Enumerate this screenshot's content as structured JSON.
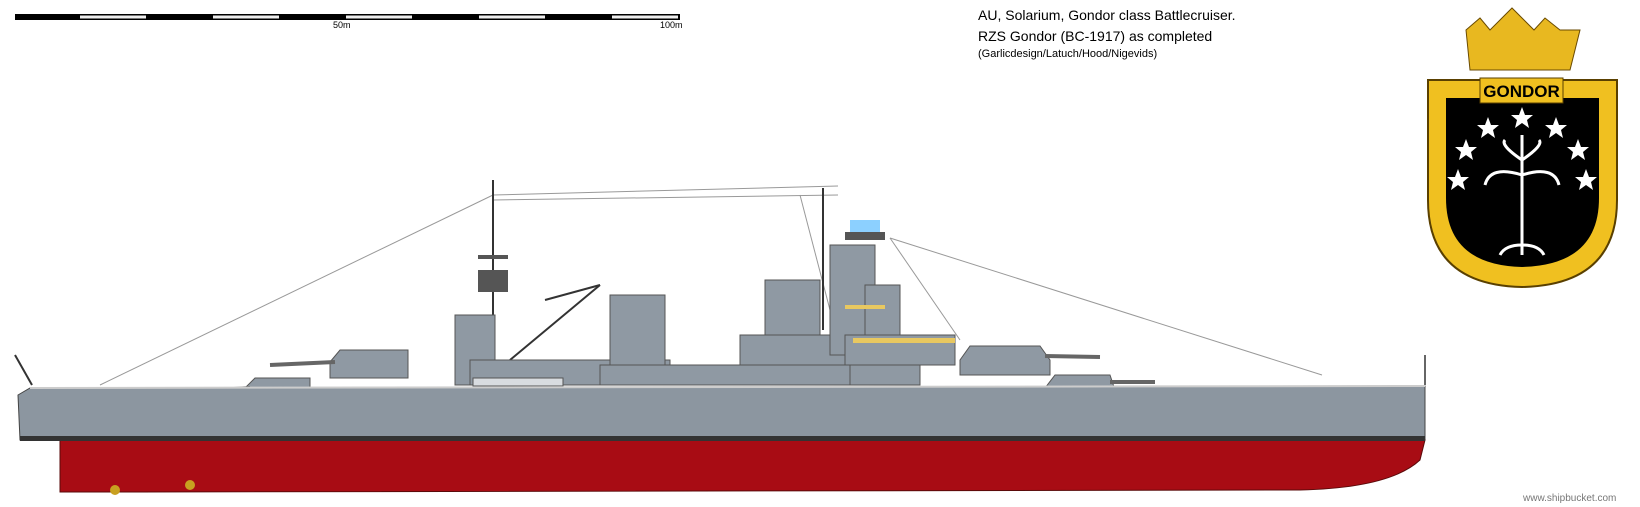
{
  "caption": {
    "line1": "AU, Solarium, Gondor class Battlecruiser.",
    "line2": "RZS Gondor (BC-1917) as completed",
    "credits": "(Garlicdesign/Latuch/Hood/Nigevids)"
  },
  "scale_bar": {
    "mid_label": "50m",
    "end_label": "100m"
  },
  "crest": {
    "name": "GONDOR"
  },
  "watermark": "www.shipbucket.com",
  "colors": {
    "hull_gray": "#8c96a0",
    "hull_red": "#a80c14",
    "crest_gold": "#f0c020",
    "crest_field": "#000000"
  }
}
